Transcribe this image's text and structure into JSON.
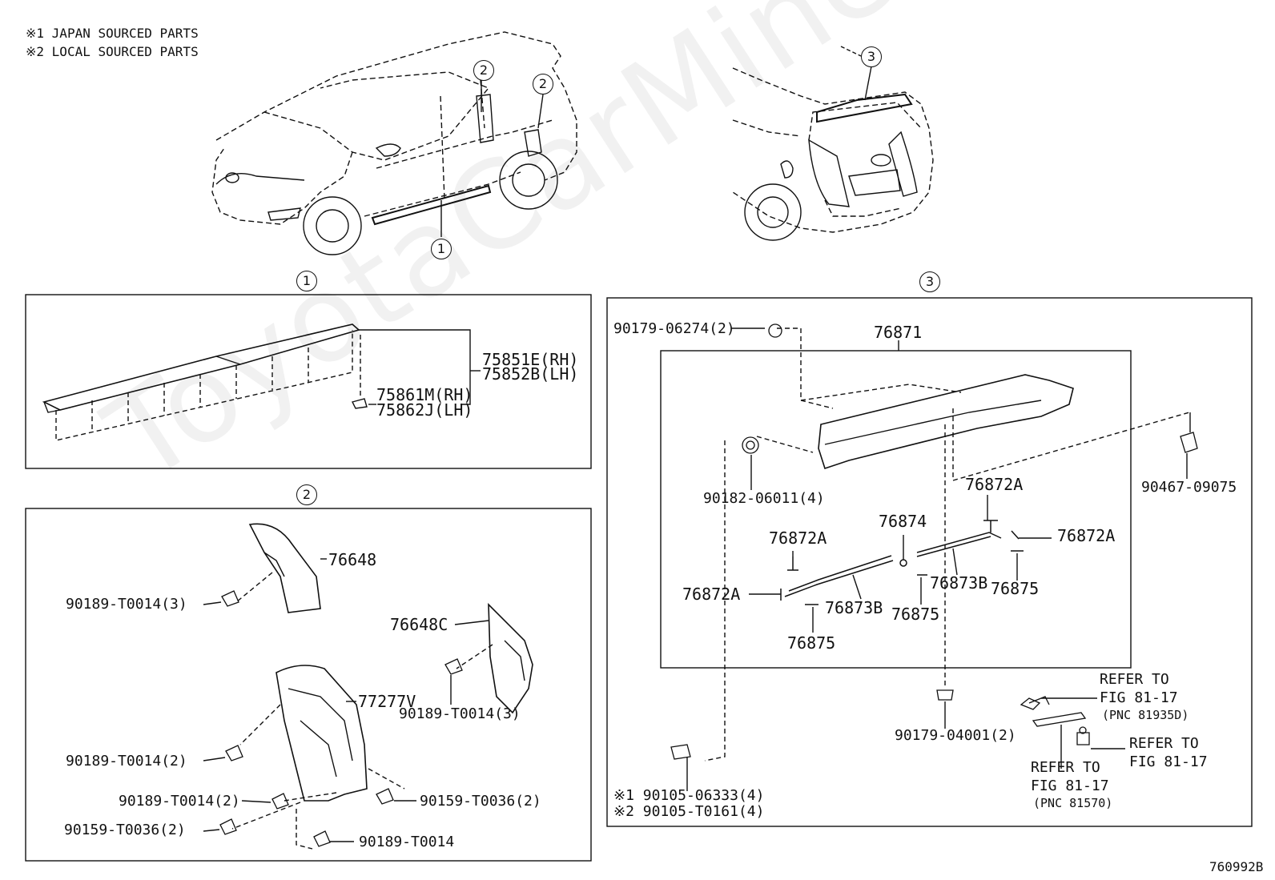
{
  "notes": [
    "※1 JAPAN SOURCED PARTS",
    "※2 LOCAL SOURCED PARTS"
  ],
  "callouts": {
    "one": "1",
    "two": "2",
    "three": "3"
  },
  "watermark": "ToyotaCarMine.ru",
  "figure_id": "760992B",
  "panel1": {
    "p1": "75851E(RH)",
    "p2": "75852B(LH)",
    "p3": "75861M(RH)",
    "p4": "75862J(LH)"
  },
  "panel2": {
    "a": "76648",
    "b": "90189-T0014(3)",
    "c": "76648C",
    "d": "90189-T0014(3)",
    "e": "77277V",
    "f": "90189-T0014(2)",
    "g": "90189-T0014(2)",
    "h": "90159-T0036(2)",
    "i": "90159-T0036(2)",
    "j": "90189-T0014"
  },
  "panel3": {
    "a": "90179-06274(2)",
    "b": "76871",
    "c": "90182-06011(4)",
    "d": "90467-09075",
    "e": "76872A",
    "f": "76874",
    "g": "76872A",
    "h": "76872A",
    "i": "76872A",
    "j": "76873B",
    "k": "76873B",
    "l": "76875",
    "m": "76875",
    "n": "76875",
    "o": "90179-04001(2)",
    "p": "※1 90105-06333(4)",
    "q": "※2 90105-T0161(4)",
    "r1": "REFER TO",
    "r2": "FIG 81-17",
    "r3": "(PNC 81935D)",
    "s1": "REFER TO",
    "s2": "FIG 81-17",
    "t1": "REFER TO",
    "t2": "FIG 81-17",
    "t3": "(PNC 81570)"
  }
}
